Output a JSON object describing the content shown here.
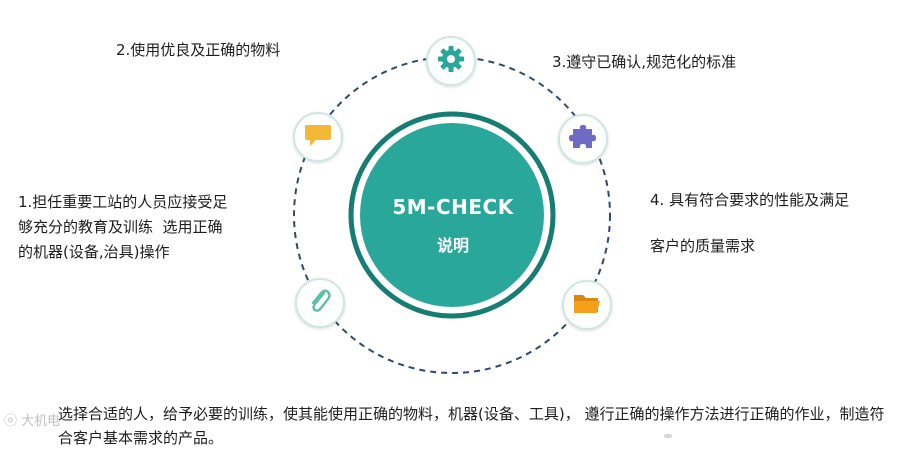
{
  "center": {
    "title": "5M-CHECK",
    "subtitle": "说明"
  },
  "items": [
    {
      "id": "item-1",
      "lines": [
        "1.担任重要工站的人员应接受足",
        "够充分的教育及训练  选用正确",
        "的机器(设备,治具)操作"
      ],
      "icon": "speech-bubble-icon"
    },
    {
      "id": "item-2",
      "lines": [
        "2.使用优良及正确的物料"
      ],
      "icon": "gear-icon"
    },
    {
      "id": "item-3",
      "lines": [
        "3.遵守已确认,规范化的标准"
      ],
      "icon": "puzzle-icon"
    },
    {
      "id": "item-4",
      "lines": [
        "4. 具有符合要求的性能及满足",
        "",
        "客户的质量需求"
      ],
      "icon": "folder-icon"
    }
  ],
  "extra_icons": [
    "paperclip-icon"
  ],
  "summary": "选择合适的人，给予必要的训练，使其能使用正确的物料，机器(设备、工具)，  遵行正确的操作方法进行正确的作业，制造符合客户基本需求的产品。",
  "watermark": "大机电",
  "colors": {
    "teal": "#2aa79b",
    "teal_dark": "#167d72",
    "ring_dash": "#2f4a6b",
    "yellow": "#f3b935",
    "purple": "#6f6bc4",
    "orange": "#f5a01a",
    "green": "#5cc1a8"
  }
}
